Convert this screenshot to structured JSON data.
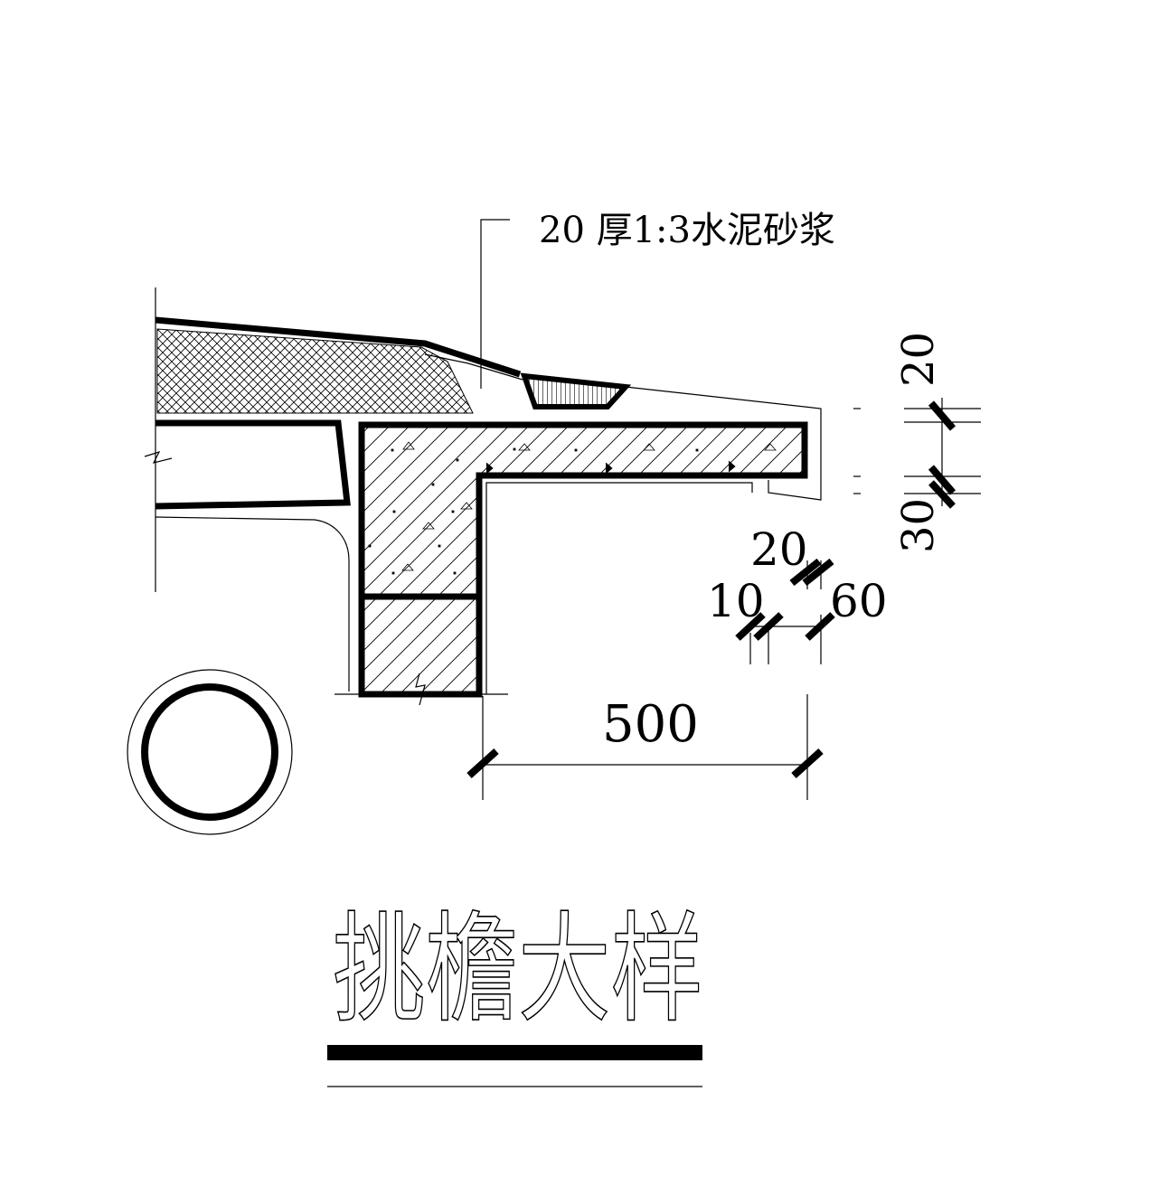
{
  "annotation": {
    "text": "20 厚1:3水泥砂浆"
  },
  "dimensions": {
    "right_top": "20",
    "right_bottom": "30",
    "gutter_20": "20",
    "gutter_10": "10",
    "gutter_60": "60",
    "overhang": "500"
  },
  "title": {
    "text": "挑檐大样"
  }
}
